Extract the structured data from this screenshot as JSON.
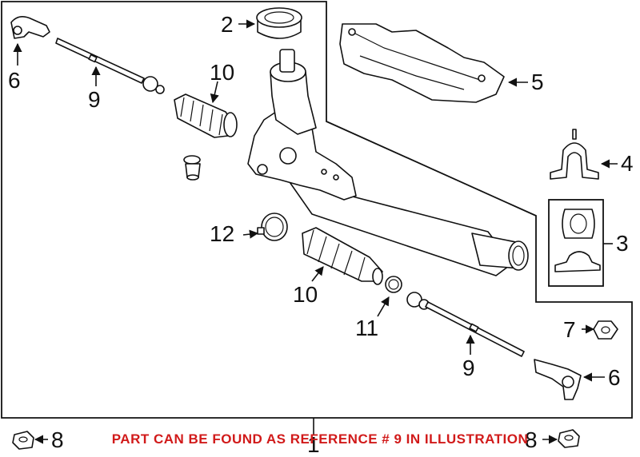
{
  "callouts": {
    "c2": "2",
    "c5": "5",
    "c6a": "6",
    "c9a": "9",
    "c10a": "10",
    "c4": "4",
    "c3": "3",
    "c12": "12",
    "c10b": "10",
    "c11": "11",
    "c7": "7",
    "c9b": "9",
    "c6b": "6",
    "c8a": "8",
    "c8b": "8",
    "c1": "1"
  },
  "notice": {
    "text": "PART CAN BE FOUND AS REFERENCE # 9 IN ILLUSTRATION",
    "color": "#d11a1a"
  }
}
